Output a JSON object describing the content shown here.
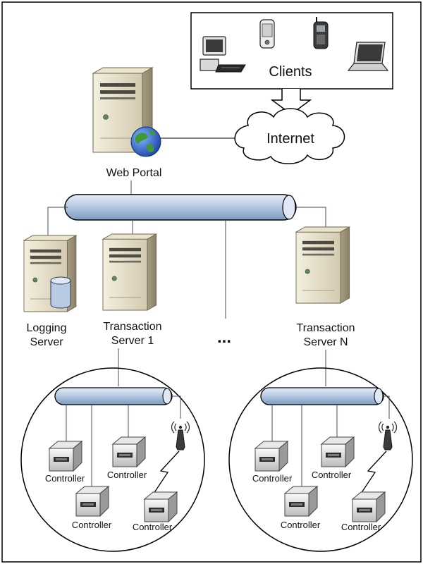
{
  "clients": {
    "label": "Clients"
  },
  "internet": {
    "label": "Internet"
  },
  "servers": {
    "web_portal": {
      "label": "Web Portal"
    },
    "logging": {
      "label_line1": "Logging",
      "label_line2": "Server"
    },
    "transaction_1": {
      "label_line1": "Transaction",
      "label_line2": "Server 1"
    },
    "transaction_n": {
      "label_line1": "Transaction",
      "label_line2": "Server N"
    }
  },
  "ellipsis": "...",
  "networks": [
    {
      "controllers": [
        {
          "label": "Controller"
        },
        {
          "label": "Controller"
        },
        {
          "label": "Controller"
        },
        {
          "label": "Controller"
        }
      ]
    },
    {
      "controllers": [
        {
          "label": "Controller"
        },
        {
          "label": "Controller"
        },
        {
          "label": "Controller"
        },
        {
          "label": "Controller"
        }
      ]
    }
  ],
  "colors": {
    "server_body": "#ddd6bd",
    "bus": "#b8cbe3",
    "globe_blue": "#2c5ec8",
    "globe_green": "#3f9a35"
  }
}
